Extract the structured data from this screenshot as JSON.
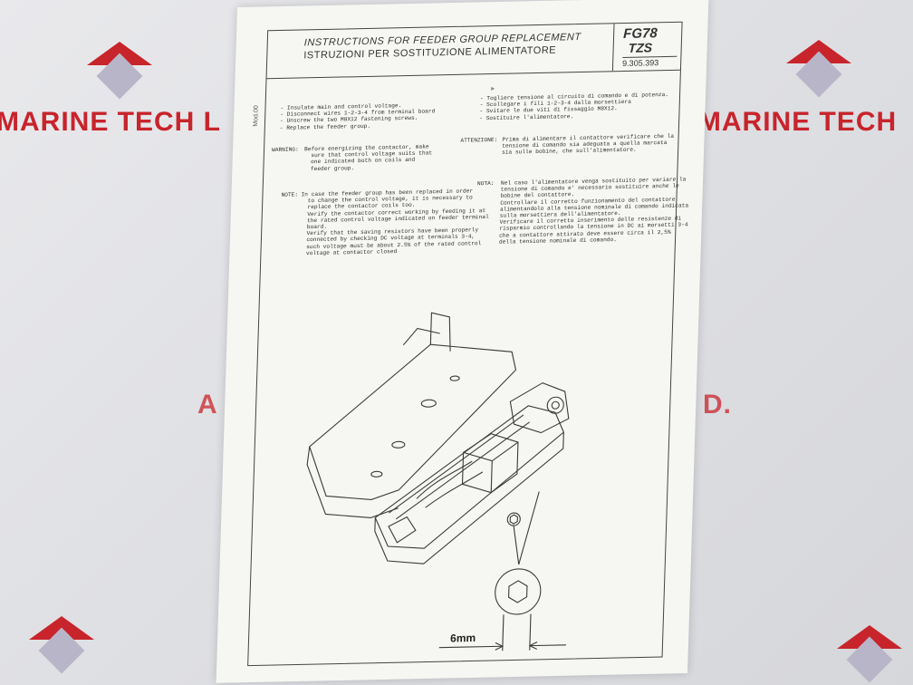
{
  "watermark": {
    "brand_left": "MARINE TECH L",
    "brand_right": "A MARINE TECH",
    "fragment_left": "A",
    "fragment_right": "D.",
    "colors": {
      "red": "#c8242b",
      "diamond": "#b9b5c8"
    }
  },
  "document": {
    "title_en": "INSTRUCTIONS FOR FEEDER GROUP REPLACEMENT",
    "title_it": "ISTRUZIONI PER SOSTITUZIONE ALIMENTATORE",
    "code_line1": "FG78",
    "code_line2": "TZS",
    "code_number": "9.305.393",
    "side_code": "Mod.00",
    "steps_en": "- Insulate main and control voltage.\n- Disconnect wires 1-2-3-4 from terminal board\n- Unscrew the two M8X12 fastening screws.\n- Replace the feeder group.",
    "steps_it": "- Togliere tensione al circuito di comando e di potenza.\n- Scollegare i fili 1-2-3-4 dalla morsettiera\n- Svitare le due viti di fissaggio M8X12.\n- Sostituire l'alimentatore.",
    "warning_label": "WARNING:",
    "warning_text": "Before energizing the contactor, make\n  sure that control voltage suits that\n  one indicated both on coils and\n  feeder group.",
    "attenzione_label": "ATTENZIONE:",
    "attenzione_text": "Prima di alimentare il contattore verificare che la\ntensione di comando sia adeguata a quella marcata\nsia sulle bobine, che sull'alimentatore.",
    "note_label": "NOTE:",
    "note_text": "In case the feeder group has been replaced in order\n  to change the control voltage, it is necessary to\n  replace the contactor coils too.\n  Verify the contactor correct working by feeding it at\n  the rated control voltage indicated on feeder terminal\n  board.\n  Verify that the saving resistors have been properly\n  connected by checking DC voltage at terminals 3-4,\n  such voltage must be about 2.5% of the rated control\n  voltage at contactor closed",
    "nota_label": "NOTA:",
    "nota_text": "Nel caso l'alimentatore venga sostituito per variare la\ntensione di comando e' necessario sostituire anche le\nbobine del contattore.\nControllare il corretto funzionamento del contattore\nalimentandolo alla tensione nominale di comando indicata\nsulla morsettiera dell'alimentatore.\nVerificare il corretto inserimento delle resistenze di\nrisparmio controllando la tensione in DC ai morsetti 3-4\nche a contattore attirato deve essere circa il 2,5%\ndella tensione nominale di comando.",
    "dimension_label": "6mm"
  }
}
